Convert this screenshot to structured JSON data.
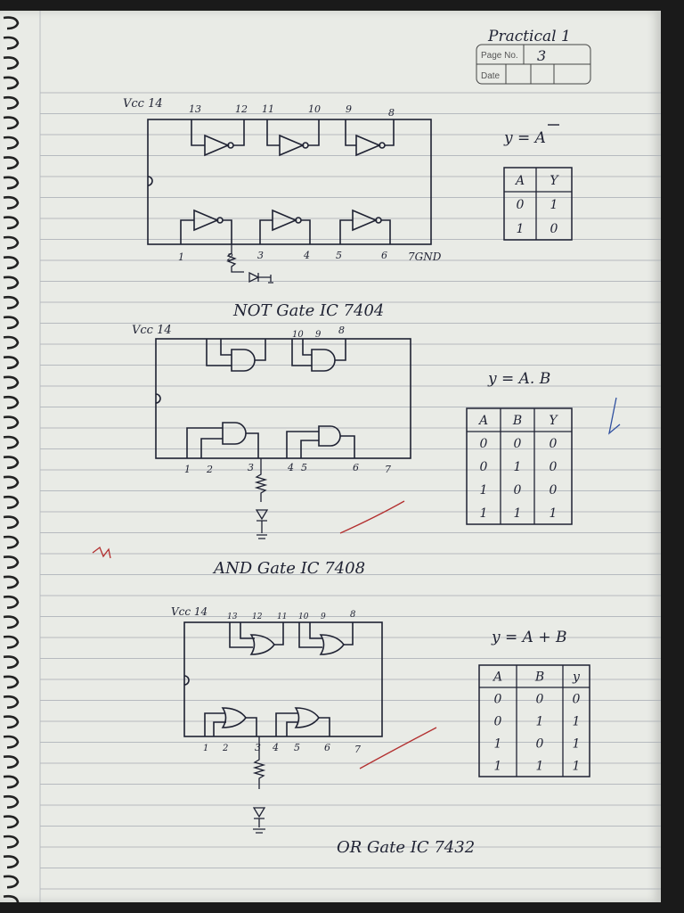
{
  "header": {
    "title": "Practical 1",
    "page_no_label": "Page No.",
    "page_no_value": "3",
    "date_label": "Date"
  },
  "sections": [
    {
      "id": "not",
      "caption": "NOT Gate IC 7404",
      "vcc_label": "Vcc 14",
      "gnd_label": "7GND",
      "top_pins": [
        "13",
        "12",
        "11",
        "10",
        "9",
        "8"
      ],
      "bottom_pins": [
        "1",
        "2",
        "3",
        "4",
        "5",
        "6"
      ],
      "equation": "y = A",
      "truth_table": {
        "headers": [
          "A",
          "Y"
        ],
        "rows": [
          [
            "0",
            "1"
          ],
          [
            "1",
            "0"
          ]
        ]
      }
    },
    {
      "id": "and",
      "caption": "AND Gate IC 7408",
      "vcc_label": "Vcc 14",
      "top_pins": [
        "10",
        "9",
        "8"
      ],
      "bottom_pins": [
        "1",
        "2",
        "3",
        "4",
        "5",
        "6",
        "7"
      ],
      "equation": "y = A. B",
      "truth_table": {
        "headers": [
          "A",
          "B",
          "Y"
        ],
        "rows": [
          [
            "0",
            "0",
            "0"
          ],
          [
            "0",
            "1",
            "0"
          ],
          [
            "1",
            "0",
            "0"
          ],
          [
            "1",
            "1",
            "1"
          ]
        ]
      }
    },
    {
      "id": "or",
      "caption": "OR Gate IC 7432",
      "vcc_label": "Vcc 14",
      "top_pins": [
        "13",
        "12",
        "11",
        "10",
        "9",
        "8"
      ],
      "bottom_pins": [
        "1",
        "2",
        "3",
        "4",
        "5",
        "6",
        "7"
      ],
      "equation": "y = A + B",
      "truth_table": {
        "headers": [
          "A",
          "B",
          "y"
        ],
        "rows": [
          [
            "0",
            "0",
            "0"
          ],
          [
            "0",
            "1",
            "1"
          ],
          [
            "1",
            "0",
            "1"
          ],
          [
            "1",
            "1",
            "1"
          ]
        ]
      }
    }
  ],
  "colors": {
    "paper": "#e9ebe6",
    "rule_line": "#9aa0a8",
    "ink": "#1f2233",
    "red_ink": "#b33030",
    "blue_ink": "#3050a0"
  }
}
